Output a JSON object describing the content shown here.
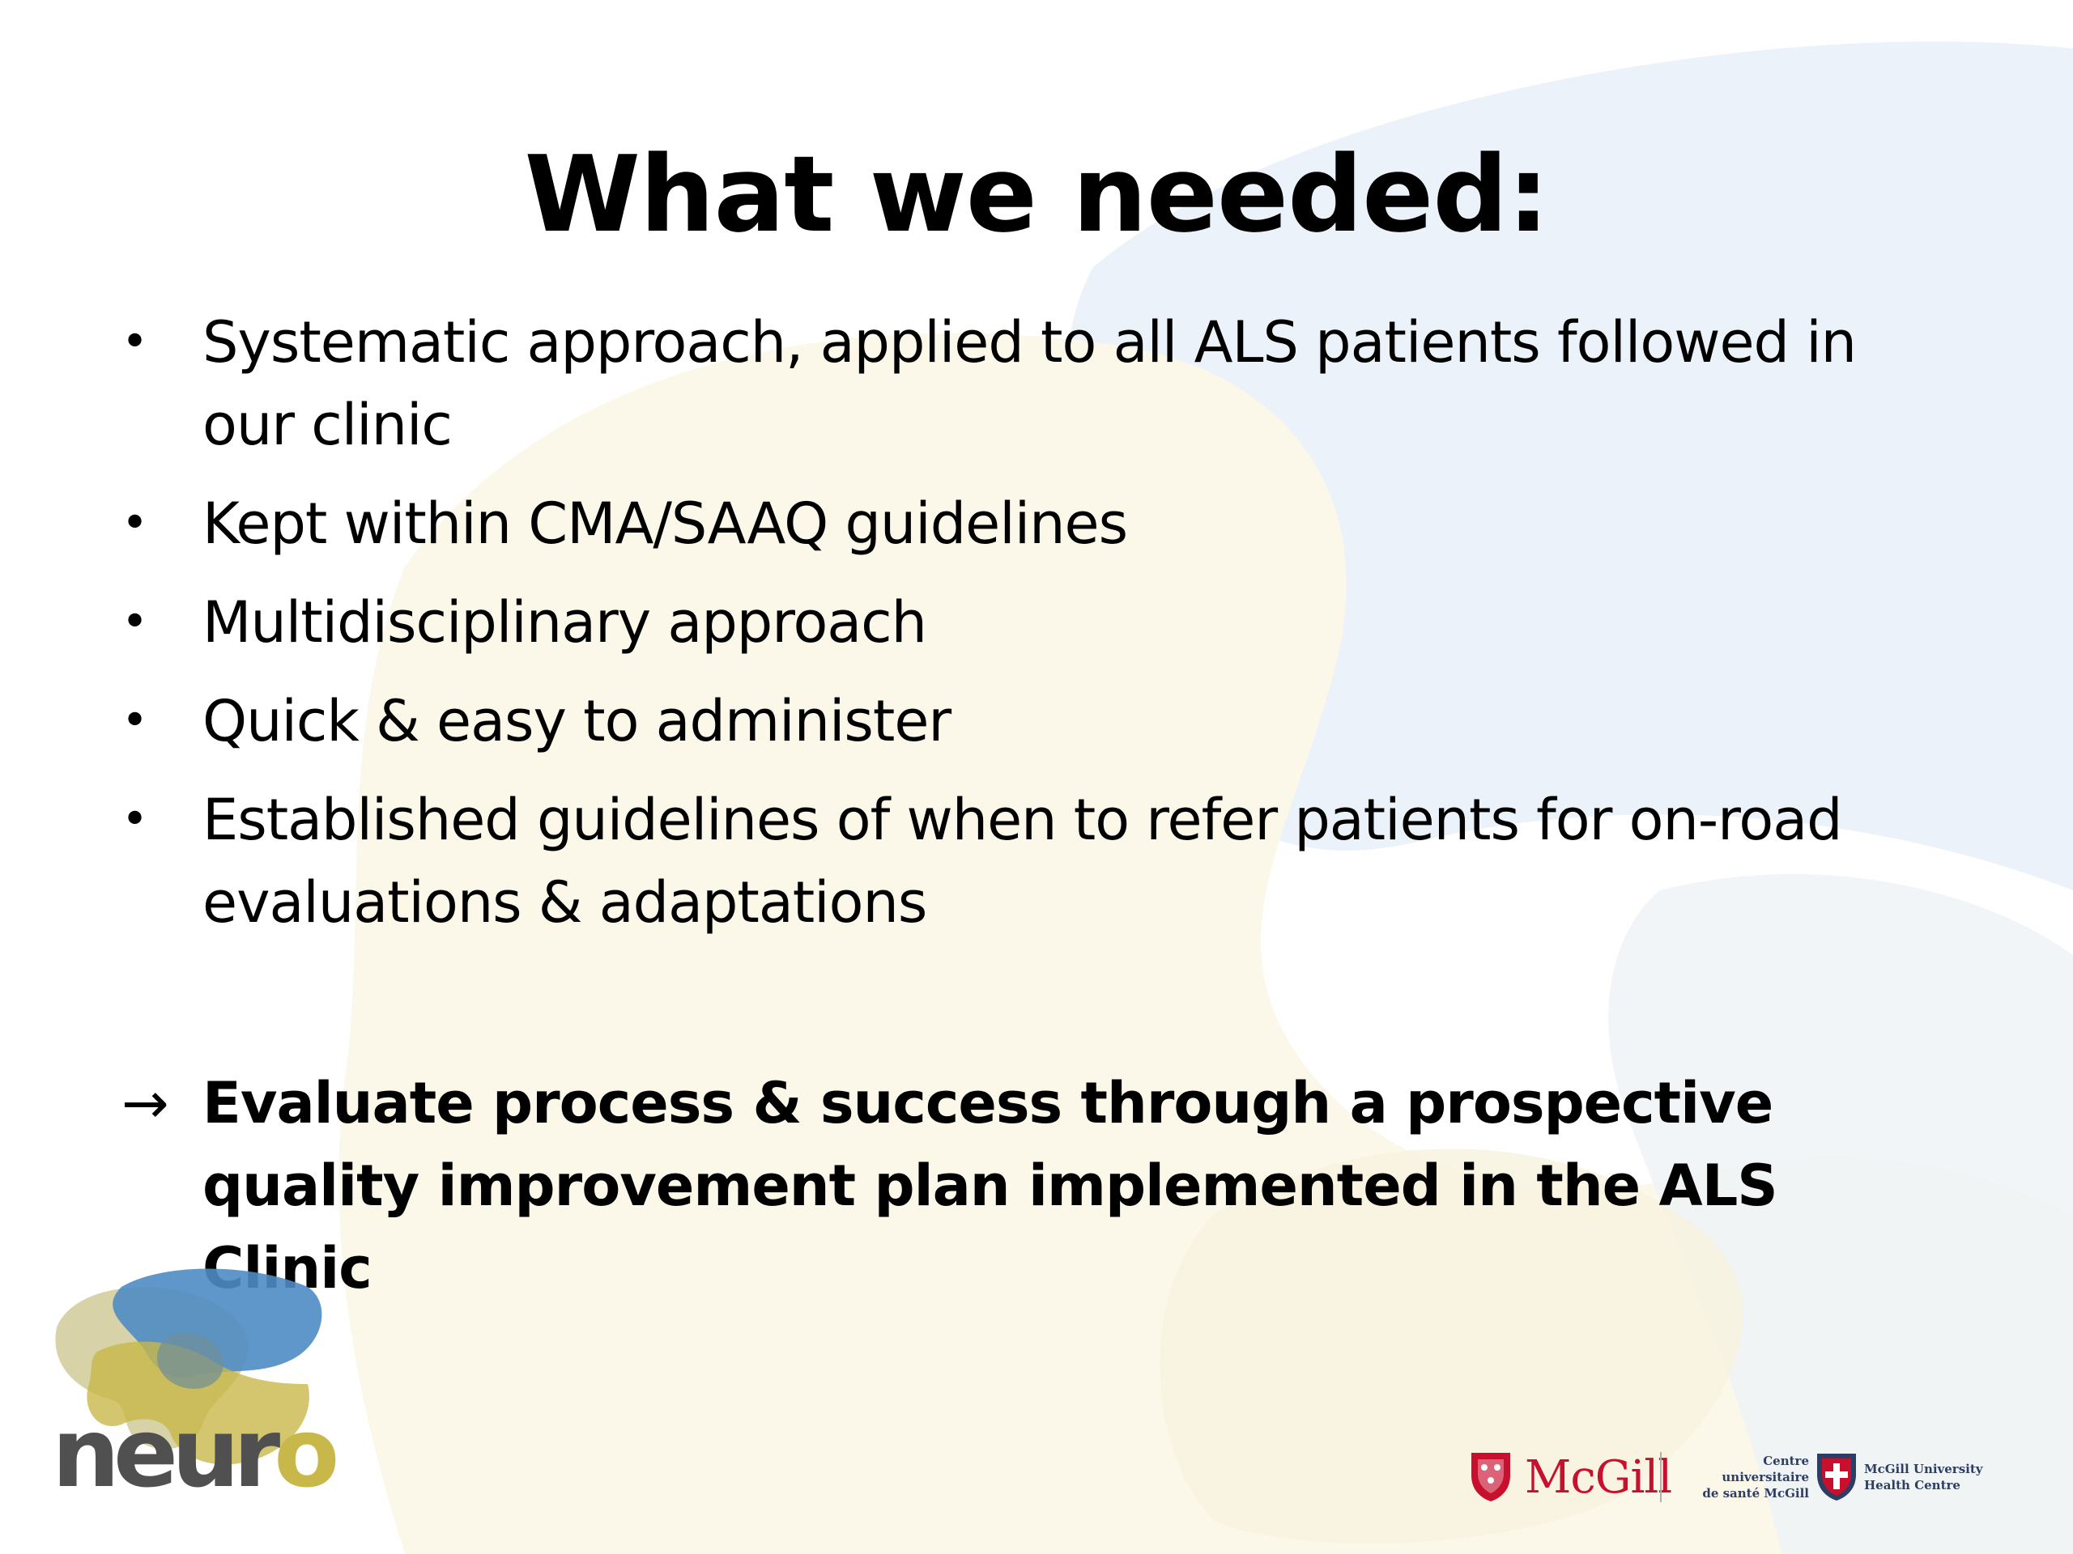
{
  "slide": {
    "title": "What we needed:",
    "bullets": [
      "Systematic approach, applied to all ALS patients followed in our clinic",
      "Kept within CMA/SAAQ guidelines",
      "Multidisciplinary approach",
      "Quick & easy to administer",
      "Established guidelines of when to refer patients for on-road evaluations & adaptations"
    ],
    "bullet_symbol": "•",
    "conclusion_arrow": "→",
    "conclusion": "Evaluate process & success through a prospective quality improvement plan implemented in the ALS Clinic"
  },
  "logos": {
    "neuro": {
      "text_main": "neur",
      "text_accent": "o"
    },
    "mcgill": {
      "name": "McGill"
    },
    "muhc": {
      "french_line1": "Centre universitaire",
      "french_line2": "de santé McGill",
      "english_line1": "McGill University",
      "english_line2": "Health Centre"
    }
  },
  "colors": {
    "background_blue": "#e8f0f7",
    "background_cream": "#fbf7e6",
    "mcgill_red": "#c8102e",
    "muhc_navy": "#2d3e64",
    "neuro_gray": "#505050",
    "neuro_gold": "#c8b84a",
    "neuro_blue": "#4f8cc4"
  }
}
